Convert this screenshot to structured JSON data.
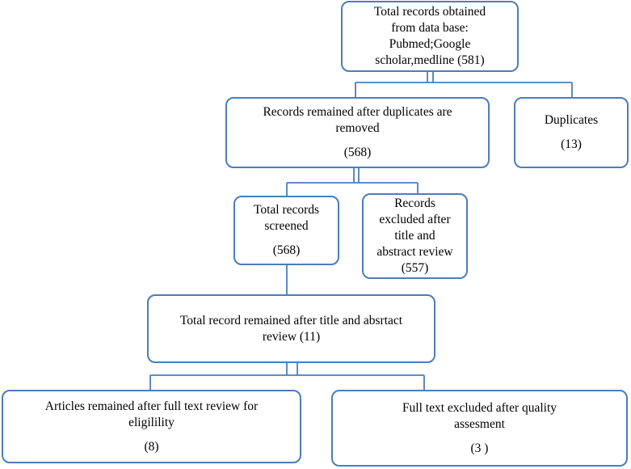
{
  "diagram": {
    "type": "flowchart",
    "boxes": {
      "total": {
        "lines": [
          "Total records obtained",
          "from data base:",
          "Pubmed;Google",
          "scholar,medline (581)"
        ]
      },
      "remained_dup": {
        "lines": [
          "Records remained after duplicates are",
          "removed"
        ],
        "count": "(568)"
      },
      "duplicates": {
        "lines": [
          "Duplicates"
        ],
        "count": "(13)"
      },
      "screened": {
        "lines": [
          "Total records",
          "screened"
        ],
        "count": "(568)"
      },
      "excluded_title": {
        "lines": [
          "Records",
          "excluded after",
          "title and",
          "abstract review",
          "(557)"
        ]
      },
      "remained_title": {
        "lines": [
          "Total record remained after title and absrtact",
          "review (11)"
        ]
      },
      "articles_remained": {
        "lines": [
          "Articles remained after full text review for",
          "eligilility"
        ],
        "count": "(8)"
      },
      "fulltext_excluded": {
        "lines": [
          "Full text excluded  after quality",
          "assesment"
        ],
        "count": "(3 )"
      }
    },
    "colors": {
      "border": "#4a7ebb",
      "connector": "#4a7ebb",
      "text": "#000000"
    }
  }
}
